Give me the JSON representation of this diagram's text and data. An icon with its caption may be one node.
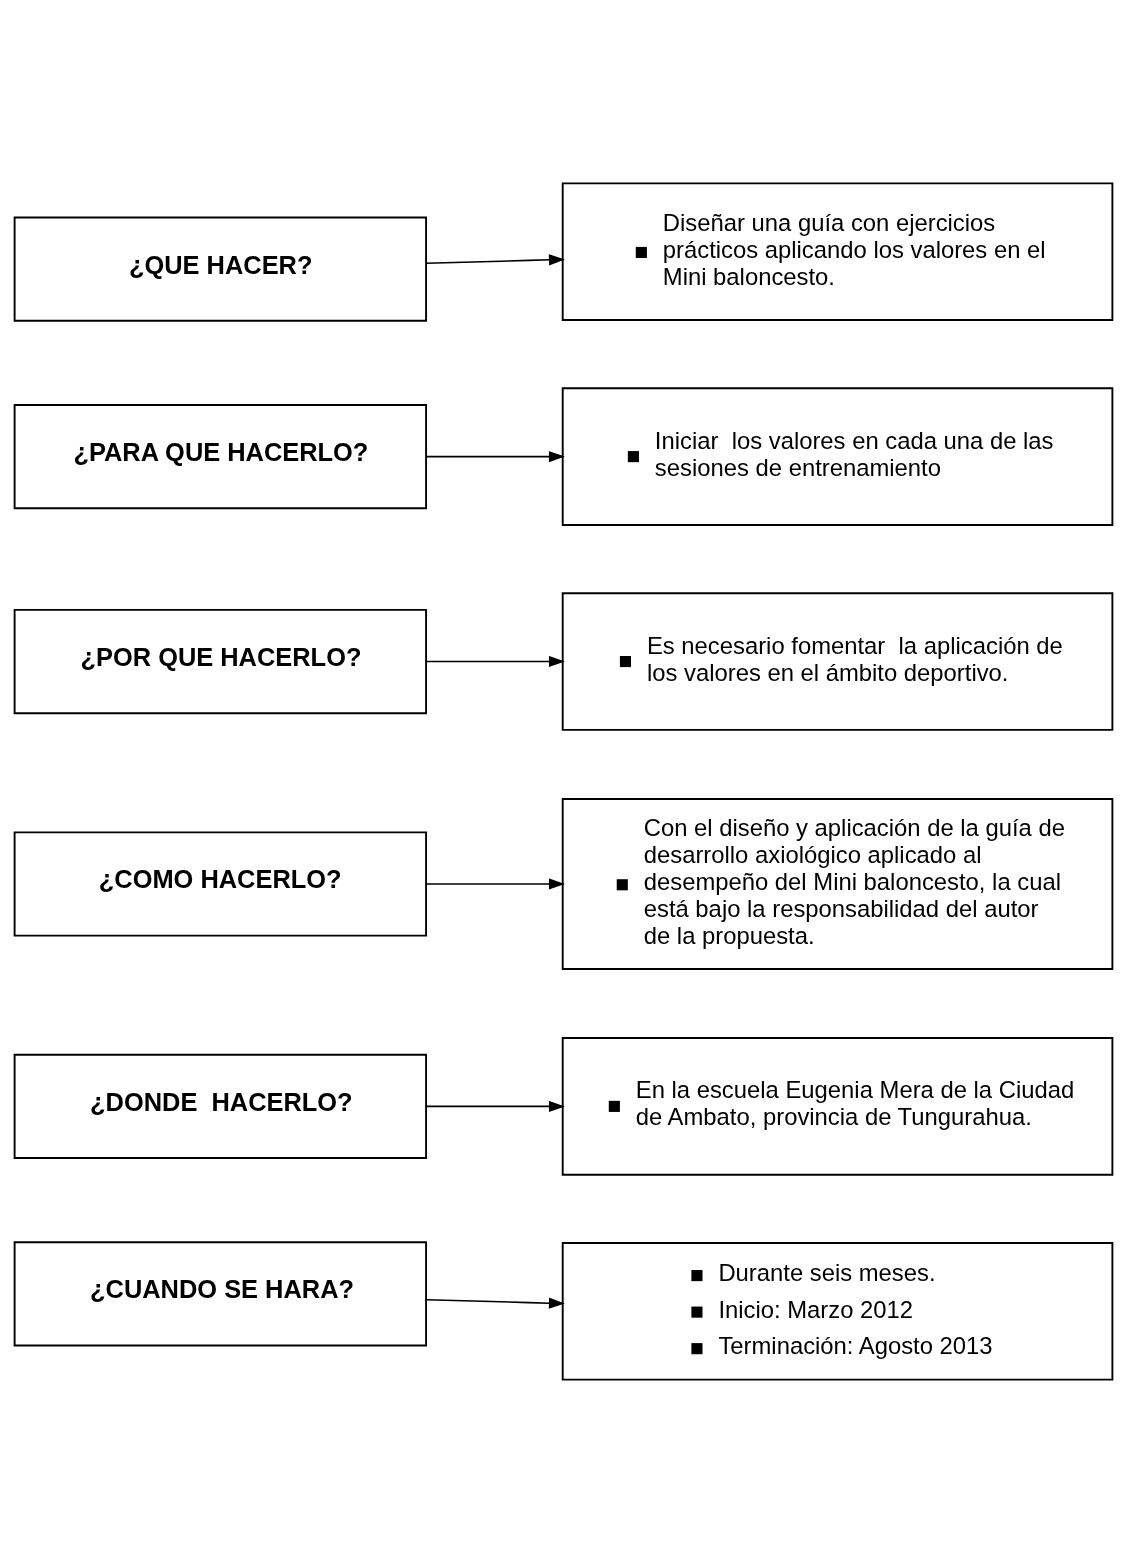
{
  "diagram": {
    "nodes": [
      {
        "text": [
          "¿QUE HACER?"
        ]
      },
      {
        "text": [
          "Diseñar una guía con ejercicios prácticos aplicando los valores en el Mini baloncesto."
        ]
      },
      {
        "text": [
          "¿PARA QUE HACERLO?"
        ]
      },
      {
        "text": [
          "Iniciar  los valores en cada una de las sesiones de entrenamiento"
        ]
      },
      {
        "text": [
          "¿POR QUE HACERLO?"
        ]
      },
      {
        "text": [
          "Es necesario fomentar  la aplicación de los valores en el ámbito deportivo."
        ]
      },
      {
        "text": [
          "¿COMO HACERLO?"
        ]
      },
      {
        "text": [
          "Con el diseño y aplicación de la guía de desarrollo axiológico aplicado al desempeño del Mini baloncesto, la cual está bajo la responsabilidad del autor de la propuesta."
        ]
      },
      {
        "text": [
          "¿DONDE  HACERLO?"
        ]
      },
      {
        "text": [
          "En la escuela Eugenia Mera de la Ciudad de Ambato, provincia de Tungurahua."
        ]
      },
      {
        "text": [
          "¿CUANDO SE HARA?"
        ]
      },
      {
        "text": [
          "Durante seis meses.",
          "Inicio: Marzo 2012",
          "Terminación: Agosto 2013"
        ]
      }
    ],
    "edges": [
      {
        "from": 0,
        "to": 1,
        "arrow": "to"
      },
      {
        "from": 2,
        "to": 3,
        "arrow": "to"
      },
      {
        "from": 4,
        "to": 5,
        "arrow": "to"
      },
      {
        "from": 6,
        "to": 7,
        "arrow": "to"
      },
      {
        "from": 8,
        "to": 9,
        "arrow": "to"
      },
      {
        "from": 10,
        "to": 11,
        "arrow": "to"
      }
    ]
  }
}
